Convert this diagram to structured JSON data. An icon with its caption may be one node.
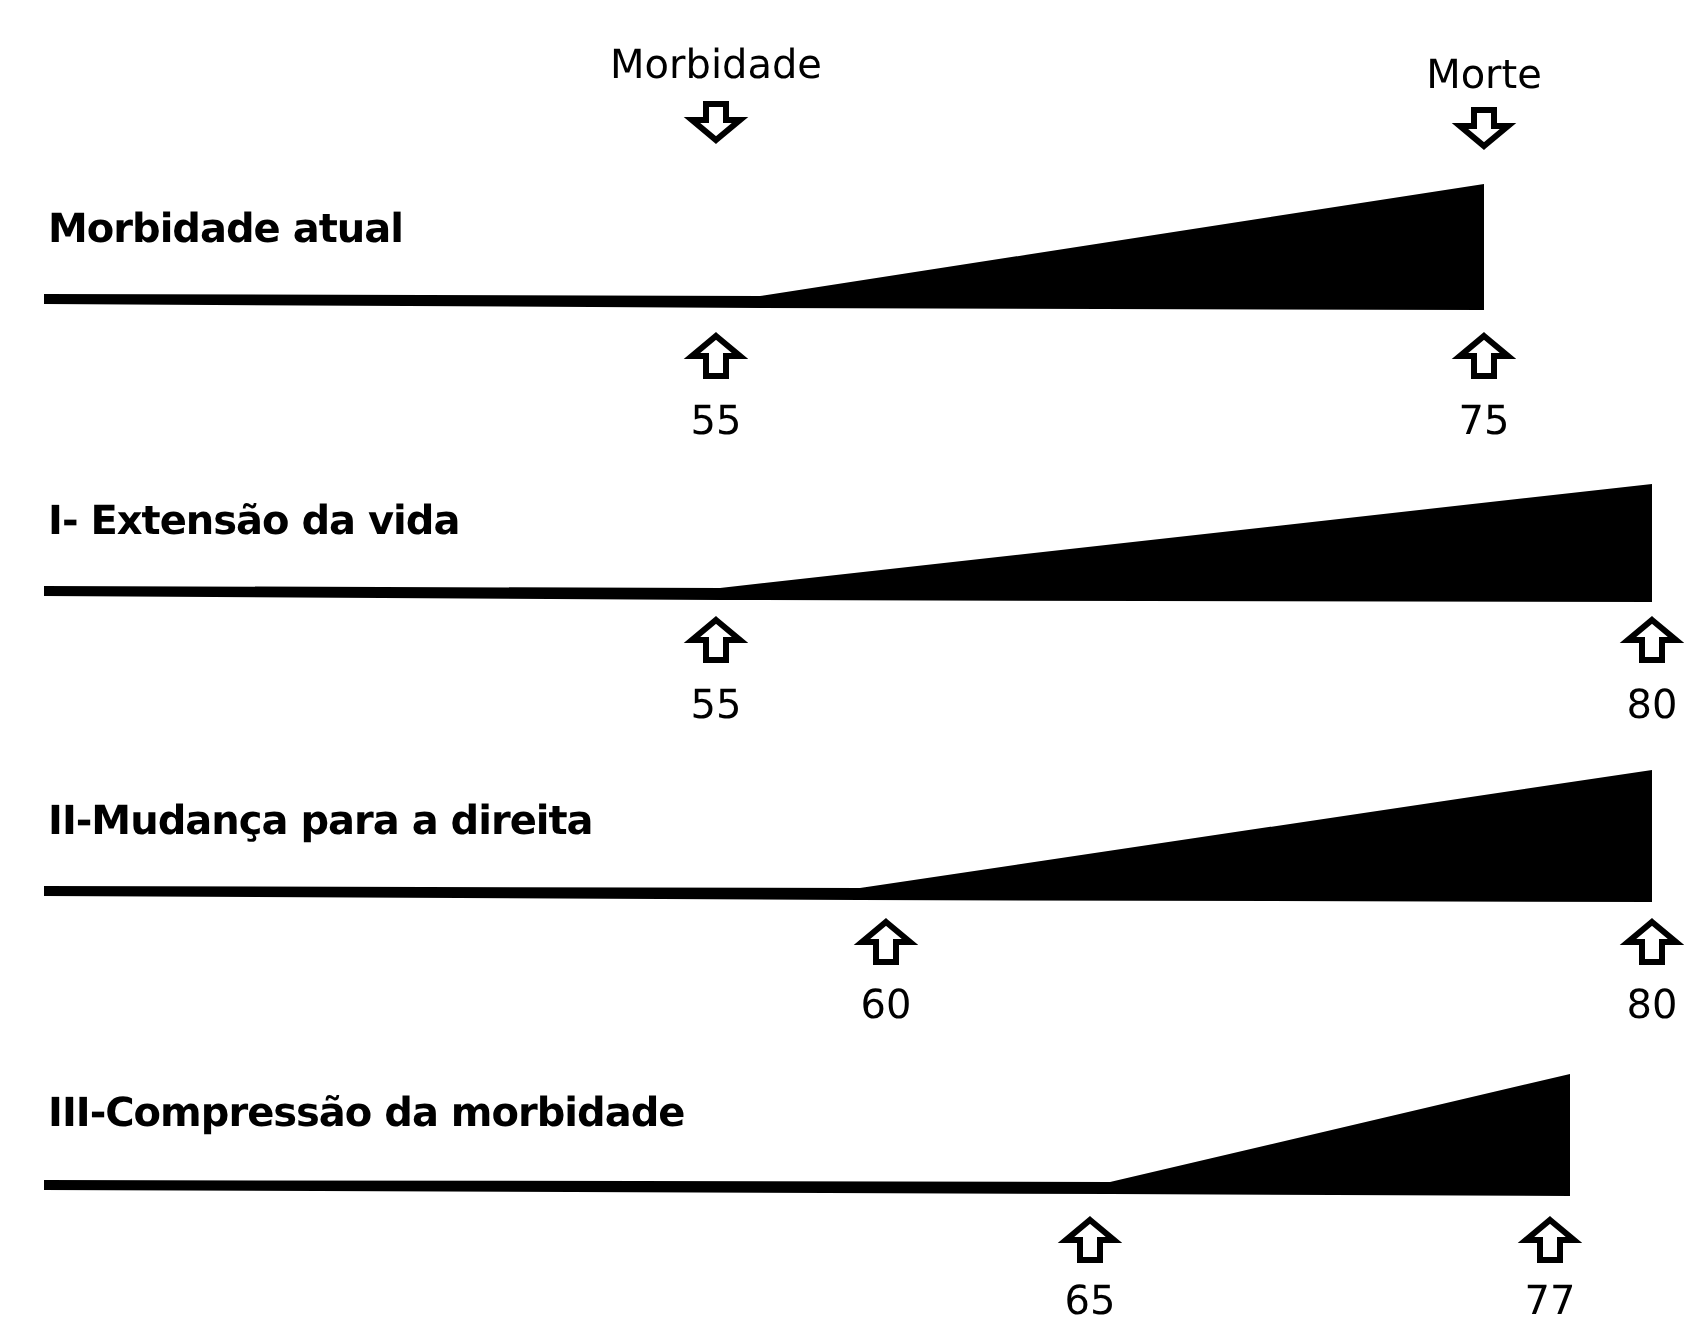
{
  "diagram": {
    "labels": [
      "Morbidade",
      "Morte",
      "Morbidade atual",
      "55",
      "75",
      "I- Extensão da vida",
      "55",
      "80",
      "II-Mudança para a direita",
      "60",
      "80",
      "III-Compressão da morbidade",
      "65",
      "77"
    ]
  }
}
